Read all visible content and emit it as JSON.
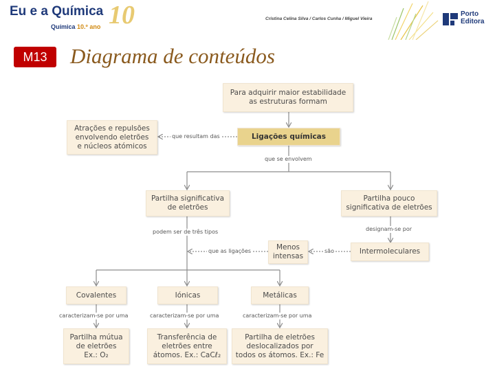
{
  "header": {
    "brand_title": "Eu e a Química",
    "brand_subtitle_prefix": "Química",
    "brand_subtitle_suffix": "10.º ano",
    "edition_mark": "10",
    "authors": "Cristina Celina Silva / Carlos Cunha / Miguel Vieira",
    "publisher_name": "Porto\nEditora"
  },
  "module_badge": "M13",
  "slide_title": "Diagrama de conteúdos",
  "diagram": {
    "nodes": {
      "top": "Para adquirir maior estabilidade\nas estruturas formam",
      "ligacoes": "Ligações químicas",
      "atracoes": "Atrações e repulsões\nenvolvendo eletrões\ne núcleos atómicos",
      "partilha_sig": "Partilha significativa\nde eletrões",
      "partilha_pouco": "Partilha pouco\nsignificativa de eletrões",
      "menos_intensas": "Menos\nintensas",
      "intermoleculares": "Intermoleculares",
      "covalentes": "Covalentes",
      "ionicas": "Iónicas",
      "metalicas": "Metálicas",
      "cov_desc": "Partilha mútua\nde eletrões\nEx.: O₂",
      "ion_desc": "Transferência de\neletrões entre\nátomos. Ex.: CaCℓ₂",
      "met_desc": "Partilha de eletrões\ndeslocalizados por\ntodos os átomos. Ex.: Fe"
    },
    "labels": {
      "resultam": "que resultam das",
      "envolvem": "que se envolvem",
      "tres_tipos": "podem ser de três tipos",
      "designam": "designam-se por",
      "que_as_ligacoes": "que as ligações",
      "sao": "são",
      "caract_1": "caracterizam-se por uma",
      "caract_2": "caracterizam-se por uma",
      "caract_3": "caracterizam-se por uma"
    }
  },
  "colors": {
    "box_fill": "#faf0df",
    "main_box_fill": "#e9d38d",
    "badge": "#c00000",
    "title": "#8a5a1e",
    "connector": "#8c8c8c"
  }
}
